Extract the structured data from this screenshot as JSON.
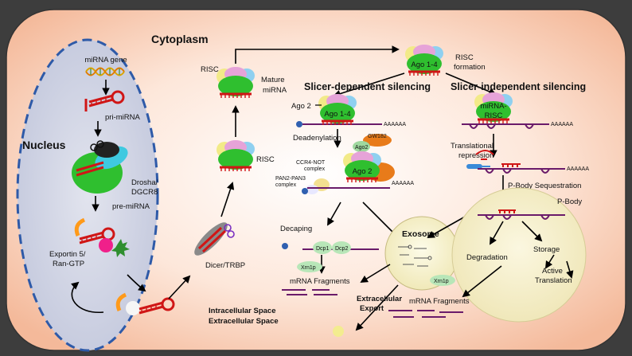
{
  "labels": {
    "cytoplasm": "Cytoplasm",
    "nucleus": "Nucleus",
    "mirna_gene": "miRNA gene",
    "pri_mirna": "pri-miRNA",
    "drosha_line1": "Drosha/",
    "drosha_line2": "DGCR8",
    "pre_mirna": "pre-miRNA",
    "exportin_line1": "Exportin 5/",
    "exportin_line2": "Ran-GTP",
    "dicer": "Dicer/TRBP",
    "risc_lower": "RISC",
    "risc_upper": "RISC",
    "mature_line1": "Mature",
    "mature_line2": "miRNA",
    "ago14_top": "Ago 1-4",
    "risc_formation_line1": "RISC",
    "risc_formation_line2": "formation",
    "slicer_dependent": "Slicer-dependent silencing",
    "slicer_independent": "Slicer-independent silencing",
    "ago2_label": "Ago 2",
    "ago14_mid": "Ago 1-4",
    "polya_1": "AAAAAA",
    "deadenylation": "Deadenylation",
    "gw182": "GW182",
    "ago2_small": "Ago2",
    "ccr4_line1": "CCR4-NOT",
    "ccr4_line2": "complex",
    "pan_line1": "PAN2-PAN3",
    "pan_line2": "complex",
    "ago2_main": "Ago 2",
    "polya_2": "AAAAAA",
    "decaping": "Decaping",
    "dcp1": "Dcp1",
    "dcp2": "Dcp2",
    "xrn1p_left": "Xrn1p",
    "mrna_fragments_left": "mRNA Fragments",
    "exosome": "Exosome",
    "mirna_risc_line1": "miRNA-",
    "mirna_risc_line2": "RISC",
    "polya_3": "AAAAAA",
    "transl_line1": "Translational",
    "transl_line2": "repression",
    "polya_4": "AAAAAA",
    "pbody_seq": "P-Body Sequestration",
    "pbody": "P-Body",
    "degradation": "Degradation",
    "storage": "Storage",
    "active_line1": "Active",
    "active_line2": "Translation",
    "xrn1p_right": "Xrn1p",
    "mrna_fragments_right": "mRNA Fragments",
    "extracellular_line1": "Extracellular",
    "extracellular_line2": "Export",
    "intracellular_space": "Intracellular Space",
    "extracellular_space": "Extracellular Space"
  },
  "colors": {
    "background": "#3d3d3d",
    "cytoplasm_center": "#ffffff",
    "cytoplasm_edge": "#f6c2a4",
    "nucleus_fill": "#cfd3e4",
    "nucleus_border": "#2e5aa8",
    "ago_green": "#2fbf2f",
    "pink": "#e6a3d8",
    "yellow": "#e9d97a",
    "mrna_red": "#d01616",
    "mrna_purple": "#6a1b6a",
    "pbody_fill": "#f4efc2"
  }
}
